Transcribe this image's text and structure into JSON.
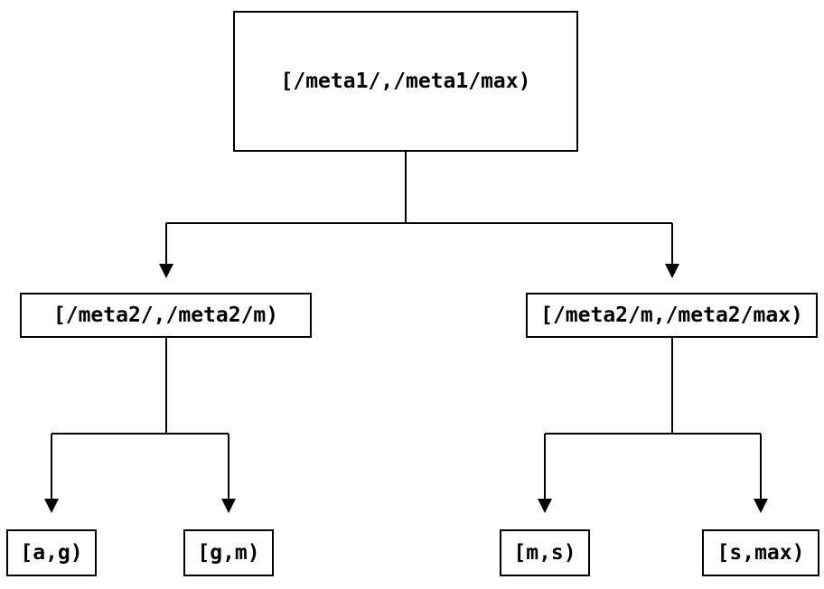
{
  "tree": {
    "root": {
      "label": "[/meta1/,/meta1/max)"
    },
    "children": [
      {
        "label": "[/meta2/,/meta2/m)"
      },
      {
        "label": "[/meta2/m,/meta2/max)"
      }
    ],
    "leaves": [
      {
        "label": "[a,g)"
      },
      {
        "label": "[g,m)"
      },
      {
        "label": "[m,s)"
      },
      {
        "label": "[s,max)"
      }
    ]
  },
  "colors": {
    "line": "#000000",
    "box_border": "#000000",
    "text": "#000000",
    "background": "#ffffff"
  }
}
